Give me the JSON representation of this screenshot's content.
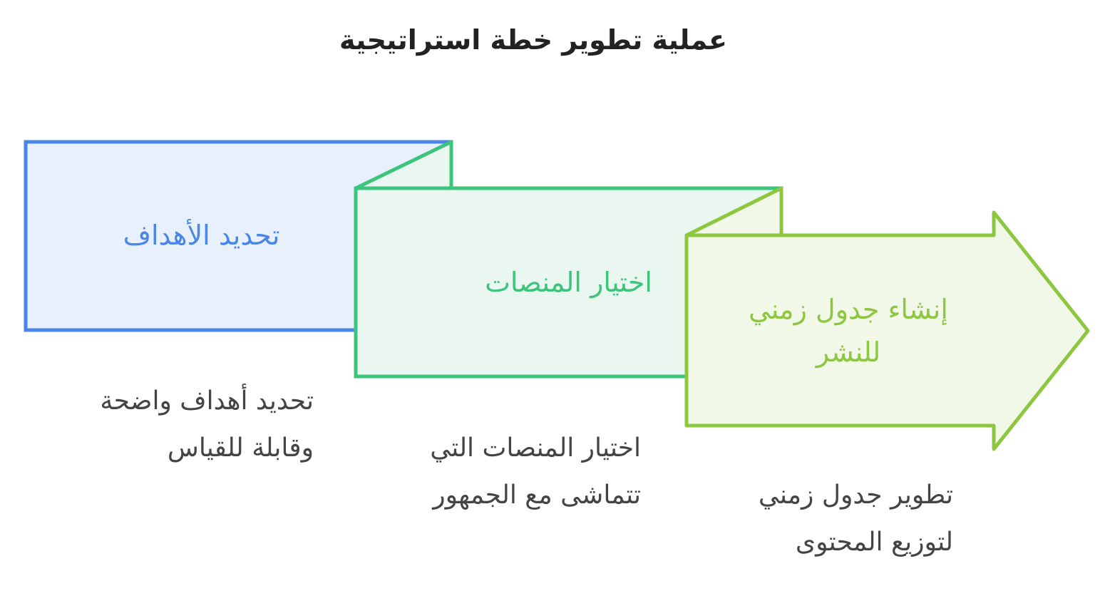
{
  "title": "عملية تطوير خطة استراتيجية",
  "stages": [
    {
      "label": "تحديد الأهداف",
      "description": [
        "تحديد أهداف واضحة",
        "وقابلة للقياس"
      ],
      "stroke": "#4A86E8",
      "fill": "#E8F0FC",
      "text_color": "#4A86E8"
    },
    {
      "label": "اختيار المنصات",
      "description": [
        "اختيار المنصات التي",
        "تتماشى مع الجمهور"
      ],
      "stroke": "#3CC47C",
      "fill": "#EAF7F0",
      "text_color": "#3CC47C"
    },
    {
      "label_lines": [
        "إنشاء جدول زمني",
        "للنشر"
      ],
      "description": [
        "تطوير جدول زمني",
        "لتوزيع المحتوى"
      ],
      "stroke": "#8DC63F",
      "fill": "#F2F8E8",
      "text_color": "#8DC63F"
    }
  ]
}
